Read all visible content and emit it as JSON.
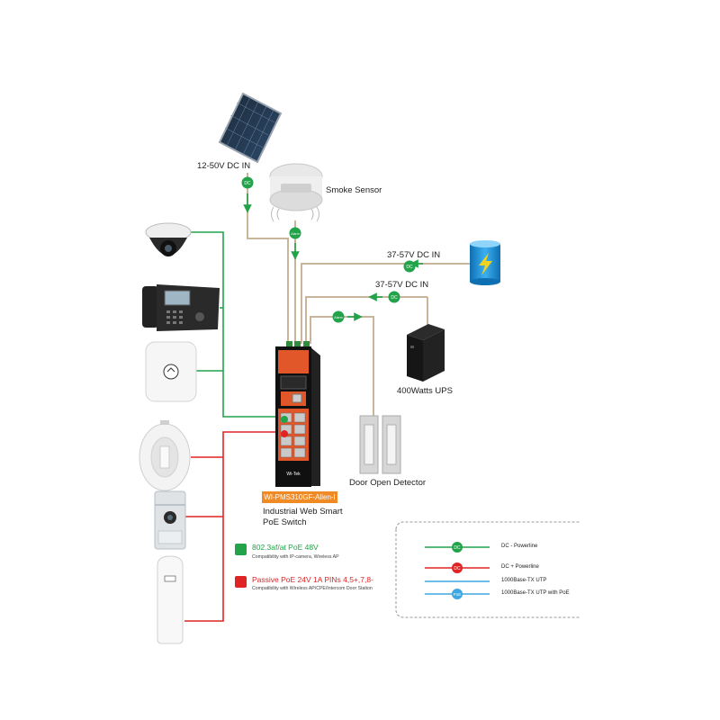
{
  "labels": {
    "solar_input": "12-50V DC IN",
    "smoke_sensor": "Smoke Sensor",
    "battery_input": "37-57V DC IN",
    "ups_input": "37-57V DC IN",
    "ups": "400Watts UPS",
    "door_detector": "Door Open Detector",
    "switch_model": "WI-PMS310GF-Alien-I",
    "switch_desc_line1": "Industrial Web Smart",
    "switch_desc_line2": "PoE Switch"
  },
  "badges": {
    "dc": "DC",
    "alarm": "Alarm",
    "poe": "PoE"
  },
  "poe_notes": [
    {
      "title": "802.3af/at PoE 48V",
      "subtitle": "Compatibility with IP-camera, Wireless AP",
      "color": "#22a34a"
    },
    {
      "title": "Passive PoE 24V 1A PINs 4,5+,7,8-",
      "subtitle": "Compatibility with Wireless AP/CPE/Intercom Door Station",
      "color": "#e02424"
    }
  ],
  "legend": [
    {
      "label": "DC - Powerline",
      "line_color": "#22a34a",
      "badge": "DC",
      "badge_color": "#22a34a"
    },
    {
      "label": "DC + Powerline",
      "line_color": "#e02424",
      "badge": "DC",
      "badge_color": "#e02424"
    },
    {
      "label": "1000Base-TX UTP",
      "line_color": "#3ea6e0",
      "badge": "",
      "badge_color": ""
    },
    {
      "label": "1000Base-TX UTP with PoE",
      "line_color": "#3ea6e0",
      "badge": "PoE",
      "badge_color": "#3ea6e0"
    }
  ],
  "colors": {
    "green": "#22a34a",
    "red": "#e02424",
    "blue": "#3ea6e0",
    "tan": "#c9b59a",
    "orange": "#f08a24"
  },
  "devices": [
    "solar-panel",
    "smoke-sensor",
    "battery",
    "ups",
    "door-detector",
    "dome-camera",
    "ip-phone",
    "wireless-ap",
    "dish-cpe",
    "door-station",
    "outdoor-cpe",
    "poe-switch"
  ]
}
